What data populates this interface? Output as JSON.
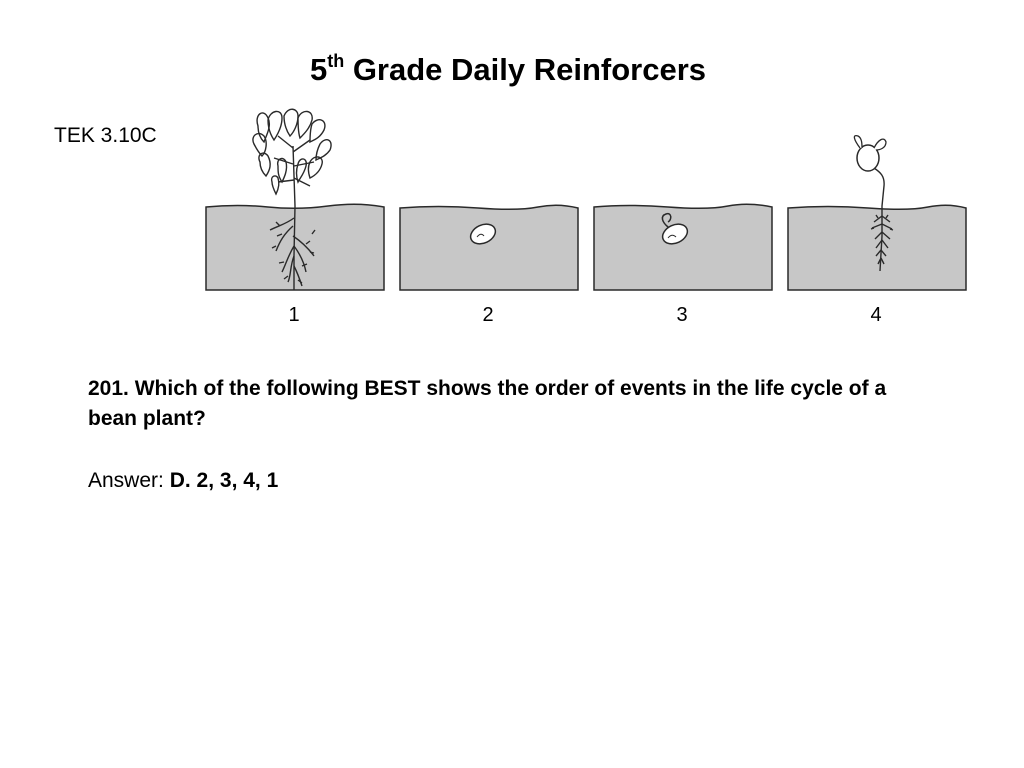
{
  "slide": {
    "title_grade_number": "5",
    "title_superscript": "th",
    "title_rest": " Grade Daily Reinforcers",
    "tek": "TEK 3.10C"
  },
  "figure": {
    "panels": [
      {
        "number": "1",
        "content": "full-grown-plant"
      },
      {
        "number": "2",
        "content": "bean-seed"
      },
      {
        "number": "3",
        "content": "sprouting-seed"
      },
      {
        "number": "4",
        "content": "seedling"
      }
    ],
    "colors": {
      "soil": "#c7c7c7",
      "outline": "#2a2a2a"
    }
  },
  "question": {
    "text": "201. Which of the following BEST shows the order of events in the life cycle of a bean plant?"
  },
  "answer": {
    "label": "Answer: ",
    "value": "D. 2, 3, 4, 1"
  }
}
